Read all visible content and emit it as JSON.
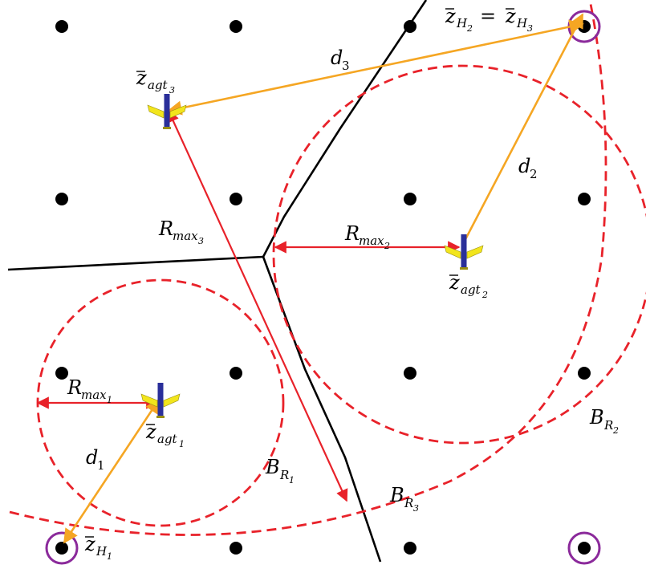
{
  "labels": {
    "z_h2_eq_h3_base": "z",
    "z_h2_sub": "H",
    "z_h2_subsub": "2",
    "equals": "=",
    "z_h3_base": "z",
    "z_h3_sub": "H",
    "z_h3_subsub": "3",
    "z_agt3_base": "z",
    "z_agt3_sub": "agt",
    "z_agt3_subsub": "3",
    "d3_base": "d",
    "d3_sub": "3",
    "d2_base": "d",
    "d2_sub": "2",
    "rmax3_base": "R",
    "rmax3_sub": "max",
    "rmax3_subsub": "3",
    "rmax2_base": "R",
    "rmax2_sub": "max",
    "rmax2_subsub": "2",
    "z_agt2_base": "z",
    "z_agt2_sub": "agt",
    "z_agt2_subsub": "2",
    "rmax1_base": "R",
    "rmax1_sub": "max",
    "rmax1_subsub": "1",
    "z_agt1_base": "z",
    "z_agt1_sub": "agt",
    "z_agt1_subsub": "1",
    "d1_base": "d",
    "d1_sub": "1",
    "br1_base": "B",
    "br1_sub": "R",
    "br1_subsub": "1",
    "br2_base": "B",
    "br2_sub": "R",
    "br2_subsub": "2",
    "br3_base": "B",
    "br3_sub": "R",
    "br3_subsub": "3",
    "z_h1_base": "z",
    "z_h1_sub": "H",
    "z_h1_subsub": "1"
  },
  "colors": {
    "grid_dot": "#000000",
    "voronoi": "#000000",
    "ball_dashed": "#e8222a",
    "red_arrow": "#e8222a",
    "orange_arrow": "#f5a623",
    "home_circle": "#8b2a9b",
    "agent_body": "#2a2f9a",
    "agent_wing": "#f2e51c"
  }
}
